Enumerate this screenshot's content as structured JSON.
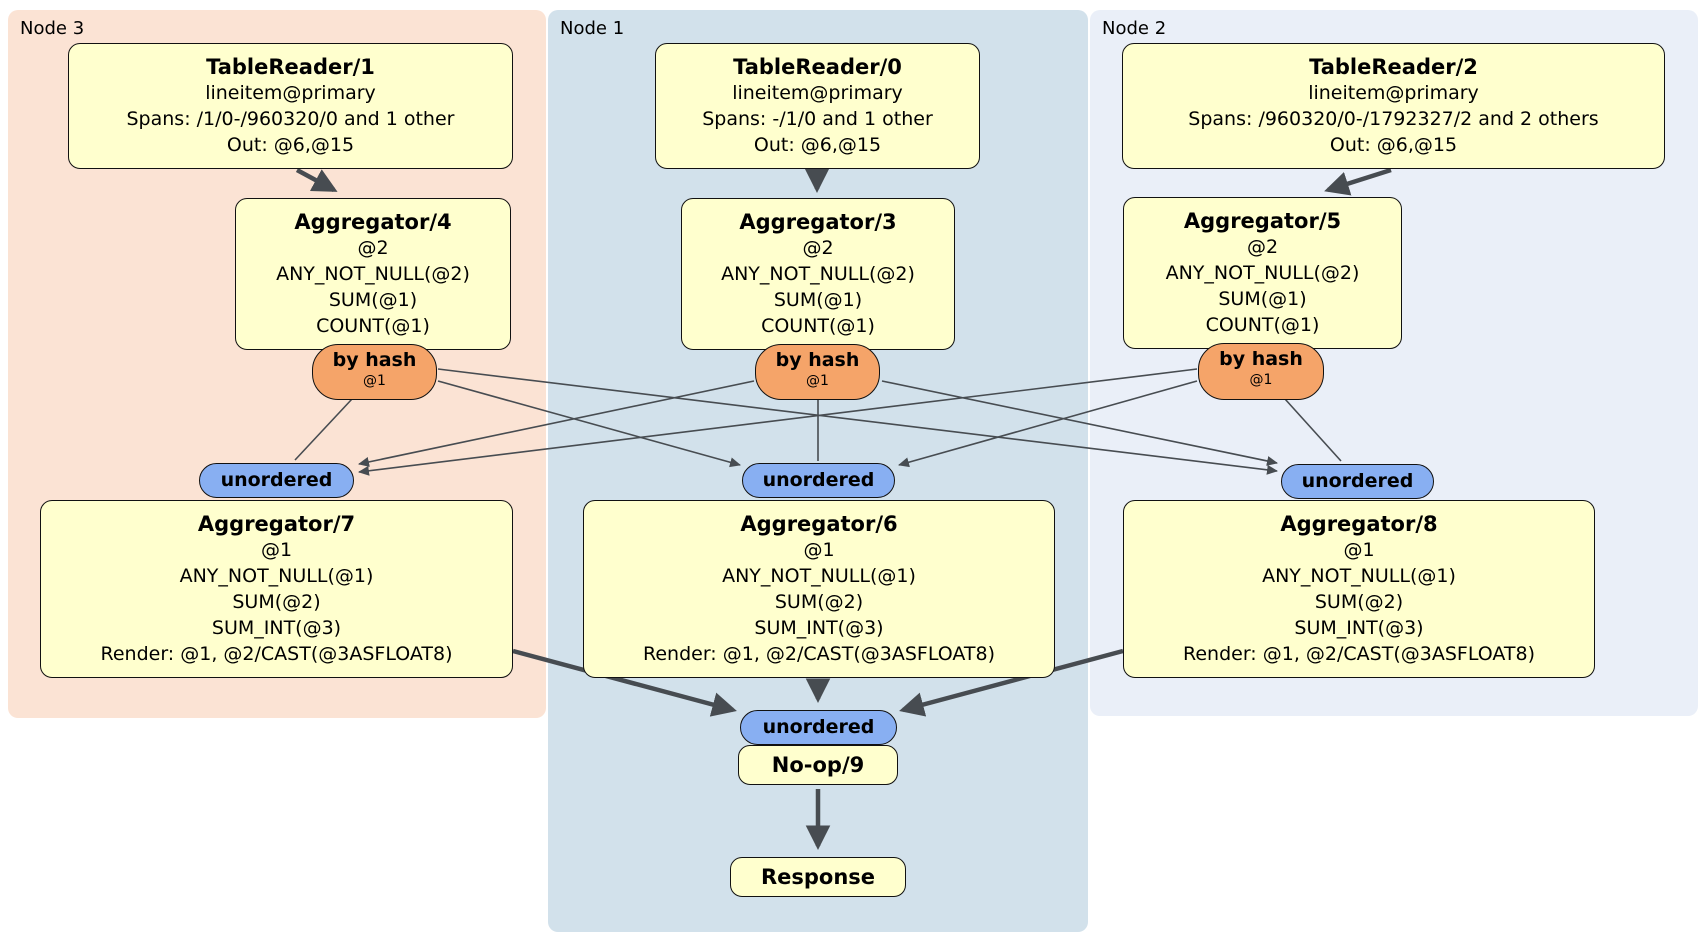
{
  "panels": [
    {
      "label": "Node 3"
    },
    {
      "label": "Node 1"
    },
    {
      "label": "Node 2"
    }
  ],
  "node3": {
    "tablereader": {
      "title": "TableReader/1",
      "lines": [
        "lineitem@primary",
        "Spans: /1/0-/960320/0 and 1 other",
        "Out: @6,@15"
      ]
    },
    "aggregator_top": {
      "title": "Aggregator/4",
      "lines": [
        "@2",
        "ANY_NOT_NULL(@2)",
        "SUM(@1)",
        "COUNT(@1)"
      ]
    },
    "router": {
      "label": "by hash",
      "detail": "@1"
    },
    "sync": {
      "label": "unordered"
    },
    "aggregator_final": {
      "title": "Aggregator/7",
      "lines": [
        "@1",
        "ANY_NOT_NULL(@1)",
        "SUM(@2)",
        "SUM_INT(@3)",
        "Render: @1, @2/CAST(@3ASFLOAT8)"
      ]
    }
  },
  "node1": {
    "tablereader": {
      "title": "TableReader/0",
      "lines": [
        "lineitem@primary",
        "Spans: -/1/0 and 1 other",
        "Out: @6,@15"
      ]
    },
    "aggregator_top": {
      "title": "Aggregator/3",
      "lines": [
        "@2",
        "ANY_NOT_NULL(@2)",
        "SUM(@1)",
        "COUNT(@1)"
      ]
    },
    "router": {
      "label": "by hash",
      "detail": "@1"
    },
    "sync": {
      "label": "unordered"
    },
    "aggregator_final": {
      "title": "Aggregator/6",
      "lines": [
        "@1",
        "ANY_NOT_NULL(@1)",
        "SUM(@2)",
        "SUM_INT(@3)",
        "Render: @1, @2/CAST(@3ASFLOAT8)"
      ]
    }
  },
  "node2": {
    "tablereader": {
      "title": "TableReader/2",
      "lines": [
        "lineitem@primary",
        "Spans: /960320/0-/1792327/2 and 2 others",
        "Out: @6,@15"
      ]
    },
    "aggregator_top": {
      "title": "Aggregator/5",
      "lines": [
        "@2",
        "ANY_NOT_NULL(@2)",
        "SUM(@1)",
        "COUNT(@1)"
      ]
    },
    "router": {
      "label": "by hash",
      "detail": "@1"
    },
    "sync": {
      "label": "unordered"
    },
    "aggregator_final": {
      "title": "Aggregator/8",
      "lines": [
        "@1",
        "ANY_NOT_NULL(@1)",
        "SUM(@2)",
        "SUM_INT(@3)",
        "Render: @1, @2/CAST(@3ASFLOAT8)"
      ]
    }
  },
  "final": {
    "sync": {
      "label": "unordered"
    },
    "noop": {
      "title": "No-op/9"
    },
    "response": {
      "title": "Response"
    }
  },
  "colors": {
    "panel_node3": "#FBE3D4",
    "panel_node1": "#D2E1EB",
    "panel_node2": "#EAEFF8",
    "processor_fill": "#FFFFCE",
    "router_fill": "#F5A469",
    "sync_fill": "#88AFF2",
    "edge": "#474C51",
    "border": "#111111"
  }
}
